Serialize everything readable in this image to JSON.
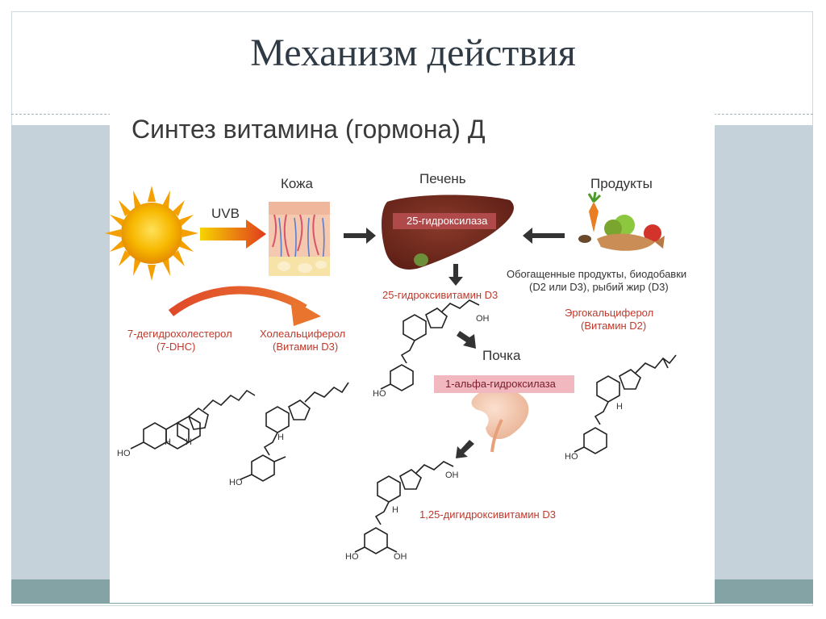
{
  "slide": {
    "title": "Механизм действия"
  },
  "diagram": {
    "title": "Синтез витамина (гормона) Д",
    "labels": {
      "uvb": "UVB",
      "skin": "Кожа",
      "liver": "Печень",
      "products": "Продукты",
      "kidney": "Почка",
      "liver_enzyme": "25-гидроксилаза",
      "kidney_enzyme": "1-альфа-гидроксилаза",
      "metabolite_25": "25-гидроксивитамин D3",
      "metabolite_125": "1,25-дигидроксивитамин D3",
      "dhc_line1": "7-дегидрохолестерол",
      "dhc_line2": "(7-DHC)",
      "d3_line1": "Холеальциферол",
      "d3_line2": "(Витамин D3)",
      "products_line1": "Обогащенные продукты, биодобавки",
      "products_line2": "(D2 или D3), рыбий жир (D3)",
      "d2_line1": "Эргокальциферол",
      "d2_line2": "(Витамин D2)"
    },
    "chem": {
      "ho": "HO",
      "oh": "OH",
      "h": "H"
    },
    "colors": {
      "enzyme_box_liver": "#b04a4a",
      "enzyme_box_kidney": "#f2b8c0",
      "red_text": "#c0392b",
      "arrow_dark": "#333333",
      "sun": "#f5a300",
      "band": "#c5d2d9",
      "bottom_bar": "#84a3a5"
    }
  }
}
